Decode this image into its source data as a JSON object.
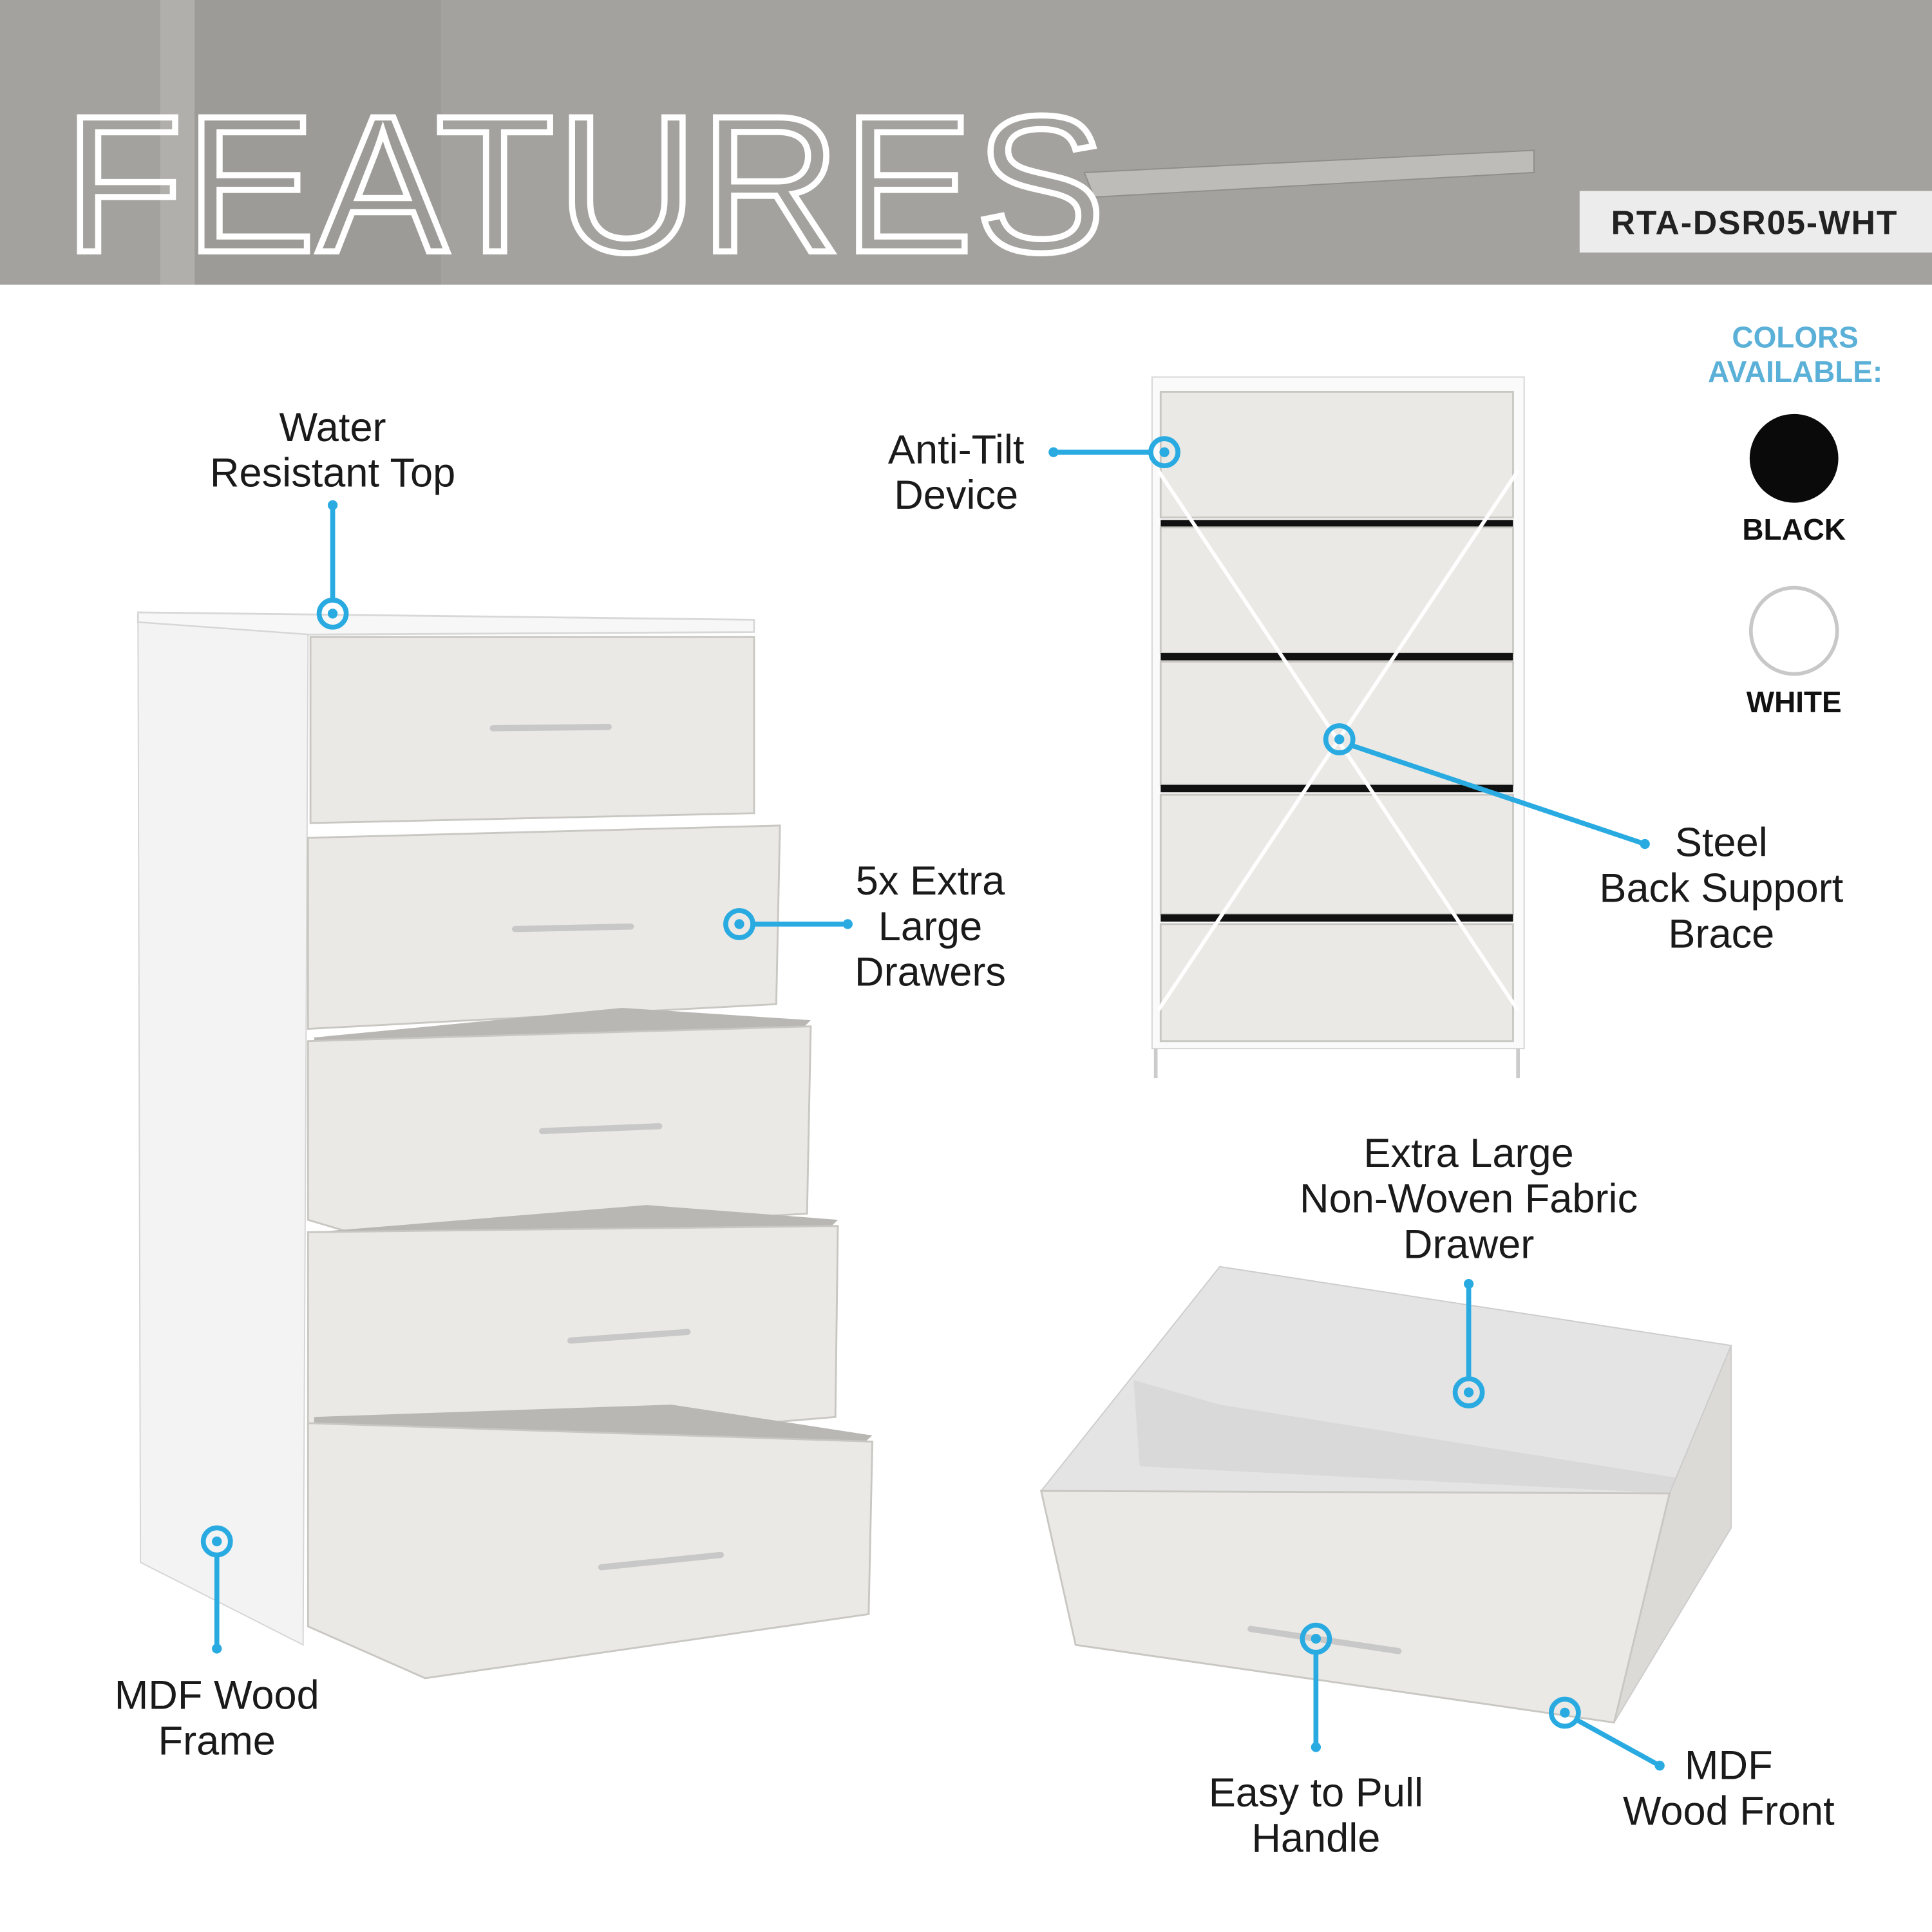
{
  "header": {
    "title": "FEATURES",
    "sku": "RTA-DSR05-WHT"
  },
  "colors": {
    "heading_line1": "COLORS",
    "heading_line2": "AVAILABLE:",
    "options": [
      {
        "name": "BLACK",
        "swatch": "#0a0a0a"
      },
      {
        "name": "WHITE",
        "swatch": "#ffffff"
      }
    ]
  },
  "callouts": {
    "water_top": [
      "Water",
      "Resistant Top"
    ],
    "anti_tilt": [
      "Anti-Tilt",
      "Device"
    ],
    "drawers": [
      "5x Extra",
      "Large",
      "Drawers"
    ],
    "brace": [
      "Steel",
      "Back Support",
      "Brace"
    ],
    "frame": [
      "MDF Wood",
      "Frame"
    ],
    "fabric": [
      "Extra Large",
      "Non-Woven Fabric",
      "Drawer"
    ],
    "handle": [
      "Easy to Pull",
      "Handle"
    ],
    "front": [
      "MDF",
      "Wood Front"
    ]
  },
  "theme": {
    "accent": "#29abe2",
    "header_bg": "#a3a29e"
  }
}
